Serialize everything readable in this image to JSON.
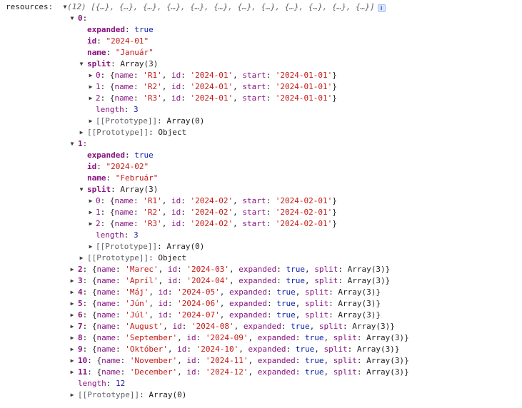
{
  "root": {
    "label": "resources",
    "preview": "(12) [{…}, {…}, {…}, {…}, {…}, {…}, {…}, {…}, {…}, {…}, {…}, {…}]",
    "info_icon": "info-icon"
  },
  "months": [
    {
      "index": "0",
      "expanded": "true",
      "id": "2024-01",
      "name": "Január",
      "split_label": "Array(3)",
      "split": [
        {
          "i": "0",
          "name": "R1",
          "id": "2024-01",
          "start": "2024-01-01"
        },
        {
          "i": "1",
          "name": "R2",
          "id": "2024-01",
          "start": "2024-01-01"
        },
        {
          "i": "2",
          "name": "R3",
          "id": "2024-01",
          "start": "2024-01-01"
        }
      ],
      "split_length": "3",
      "split_proto": "Array(0)",
      "proto": "Object"
    },
    {
      "index": "1",
      "expanded": "true",
      "id": "2024-02",
      "name": "Február",
      "split_label": "Array(3)",
      "split": [
        {
          "i": "0",
          "name": "R1",
          "id": "2024-02",
          "start": "2024-02-01"
        },
        {
          "i": "1",
          "name": "R2",
          "id": "2024-02",
          "start": "2024-02-01"
        },
        {
          "i": "2",
          "name": "R3",
          "id": "2024-02",
          "start": "2024-02-01"
        }
      ],
      "split_length": "3",
      "split_proto": "Array(0)",
      "proto": "Object"
    }
  ],
  "collapsed": [
    {
      "i": "2",
      "name": "Marec",
      "id": "2024-03",
      "expanded": "true",
      "split": "Array(3)"
    },
    {
      "i": "3",
      "name": "Apríl",
      "id": "2024-04",
      "expanded": "true",
      "split": "Array(3)"
    },
    {
      "i": "4",
      "name": "Máj",
      "id": "2024-05",
      "expanded": "true",
      "split": "Array(3)"
    },
    {
      "i": "5",
      "name": "Jún",
      "id": "2024-06",
      "expanded": "true",
      "split": "Array(3)"
    },
    {
      "i": "6",
      "name": "Júl",
      "id": "2024-07",
      "expanded": "true",
      "split": "Array(3)"
    },
    {
      "i": "7",
      "name": "August",
      "id": "2024-08",
      "expanded": "true",
      "split": "Array(3)"
    },
    {
      "i": "8",
      "name": "September",
      "id": "2024-09",
      "expanded": "true",
      "split": "Array(3)"
    },
    {
      "i": "9",
      "name": "Október",
      "id": "2024-10",
      "expanded": "true",
      "split": "Array(3)"
    },
    {
      "i": "10",
      "name": "November",
      "id": "2024-11",
      "expanded": "true",
      "split": "Array(3)"
    },
    {
      "i": "11",
      "name": "December",
      "id": "2024-12",
      "expanded": "true",
      "split": "Array(3)"
    }
  ],
  "root_length": "12",
  "root_proto": "Array(0)",
  "keys": {
    "expanded": "expanded",
    "id": "id",
    "name": "name",
    "split": "split",
    "start": "start",
    "length": "length",
    "prototype": "[[Prototype]]"
  },
  "icons": {
    "expanded": "▼",
    "collapsed": "▶"
  }
}
